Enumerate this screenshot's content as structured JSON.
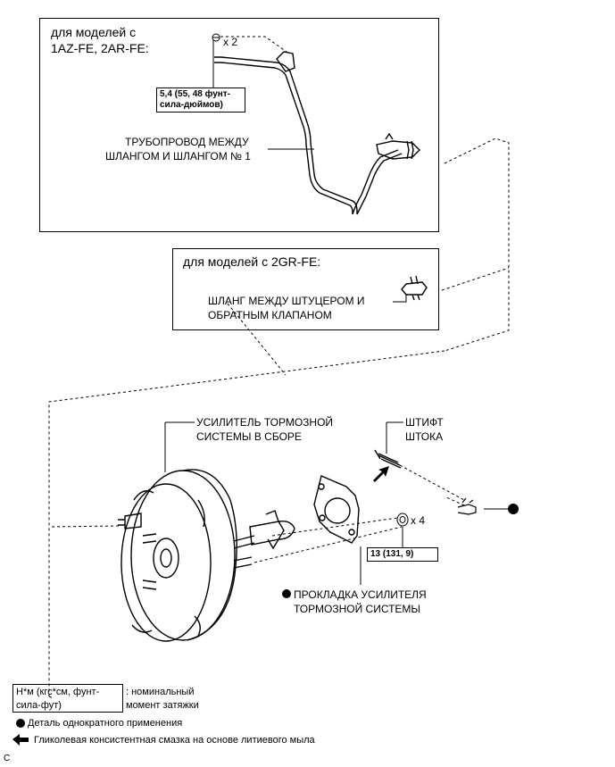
{
  "panel1": {
    "title_line1": "для моделей с",
    "title_line2": "1AZ-FE, 2AR-FE:",
    "qty": "x 2",
    "torque_line1": "5,4 (55, 48 фунт-",
    "torque_line2": "сила-дюймов)",
    "part_line1": "ТРУБОПРОВОД МЕЖДУ",
    "part_line2": "ШЛАНГОМ И ШЛАНГОМ № 1"
  },
  "panel2": {
    "title": "для моделей с 2GR-FE:",
    "part_line1": "ШЛАНГ МЕЖДУ ШТУЦЕРОМ И",
    "part_line2": "ОБРАТНЫМ КЛАПАНОМ"
  },
  "assembly": {
    "booster_line1": "УСИЛИТЕЛЬ ТОРМОЗНОЙ",
    "booster_line2": "СИСТЕМЫ В СБОРЕ",
    "pin_line1": "ШТИФТ",
    "pin_line2": "ШТОКА",
    "qty": "x 4",
    "torque": "13 (131, 9)",
    "gasket_line1": "ПРОКЛАДКА УСИЛИТЕЛЯ",
    "gasket_line2": "ТОРМОЗНОЙ СИСТЕМЫ"
  },
  "legend": {
    "unit_line1": "Н*м (кгс*см, фунт-",
    "unit_line2": "сила-фут)",
    "unit_desc_line1": ": номинальный",
    "unit_desc_line2": "момент затяжки",
    "single_use": "Деталь однократного применения",
    "grease": "Гликолевая консистентная смазка на основе литиевого мыла"
  },
  "footer_letter": "C"
}
